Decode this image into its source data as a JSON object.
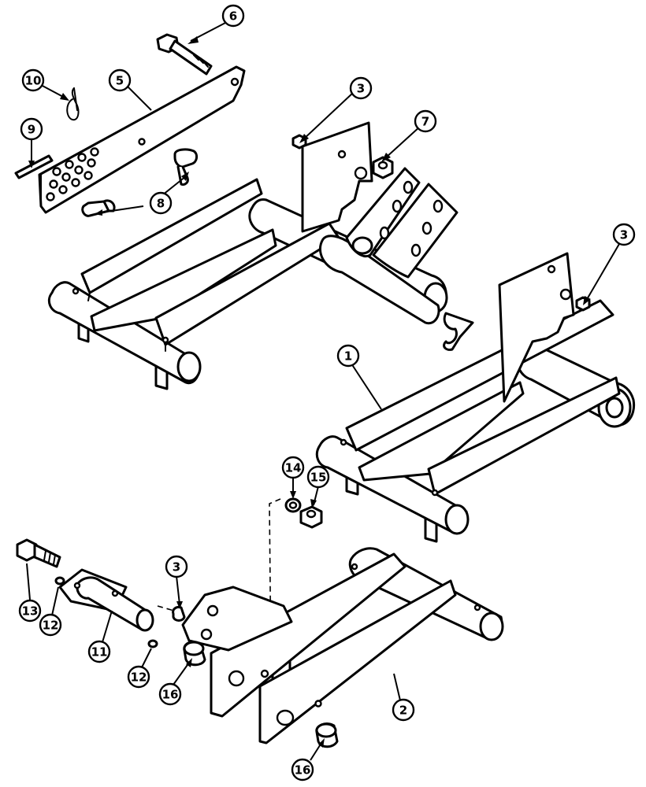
{
  "callouts": [
    {
      "id": "c6",
      "label": "6"
    },
    {
      "id": "c10",
      "label": "10"
    },
    {
      "id": "c5",
      "label": "5"
    },
    {
      "id": "c3a",
      "label": "3"
    },
    {
      "id": "c7",
      "label": "7"
    },
    {
      "id": "c9",
      "label": "9"
    },
    {
      "id": "c8",
      "label": "8"
    },
    {
      "id": "c3b",
      "label": "3"
    },
    {
      "id": "c1",
      "label": "1"
    },
    {
      "id": "c14",
      "label": "14"
    },
    {
      "id": "c15",
      "label": "15"
    },
    {
      "id": "c3c",
      "label": "3"
    },
    {
      "id": "c13",
      "label": "13"
    },
    {
      "id": "c12a",
      "label": "12"
    },
    {
      "id": "c11",
      "label": "11"
    },
    {
      "id": "c12b",
      "label": "12"
    },
    {
      "id": "c16a",
      "label": "16"
    },
    {
      "id": "c2",
      "label": "2"
    },
    {
      "id": "c16b",
      "label": "16"
    }
  ]
}
